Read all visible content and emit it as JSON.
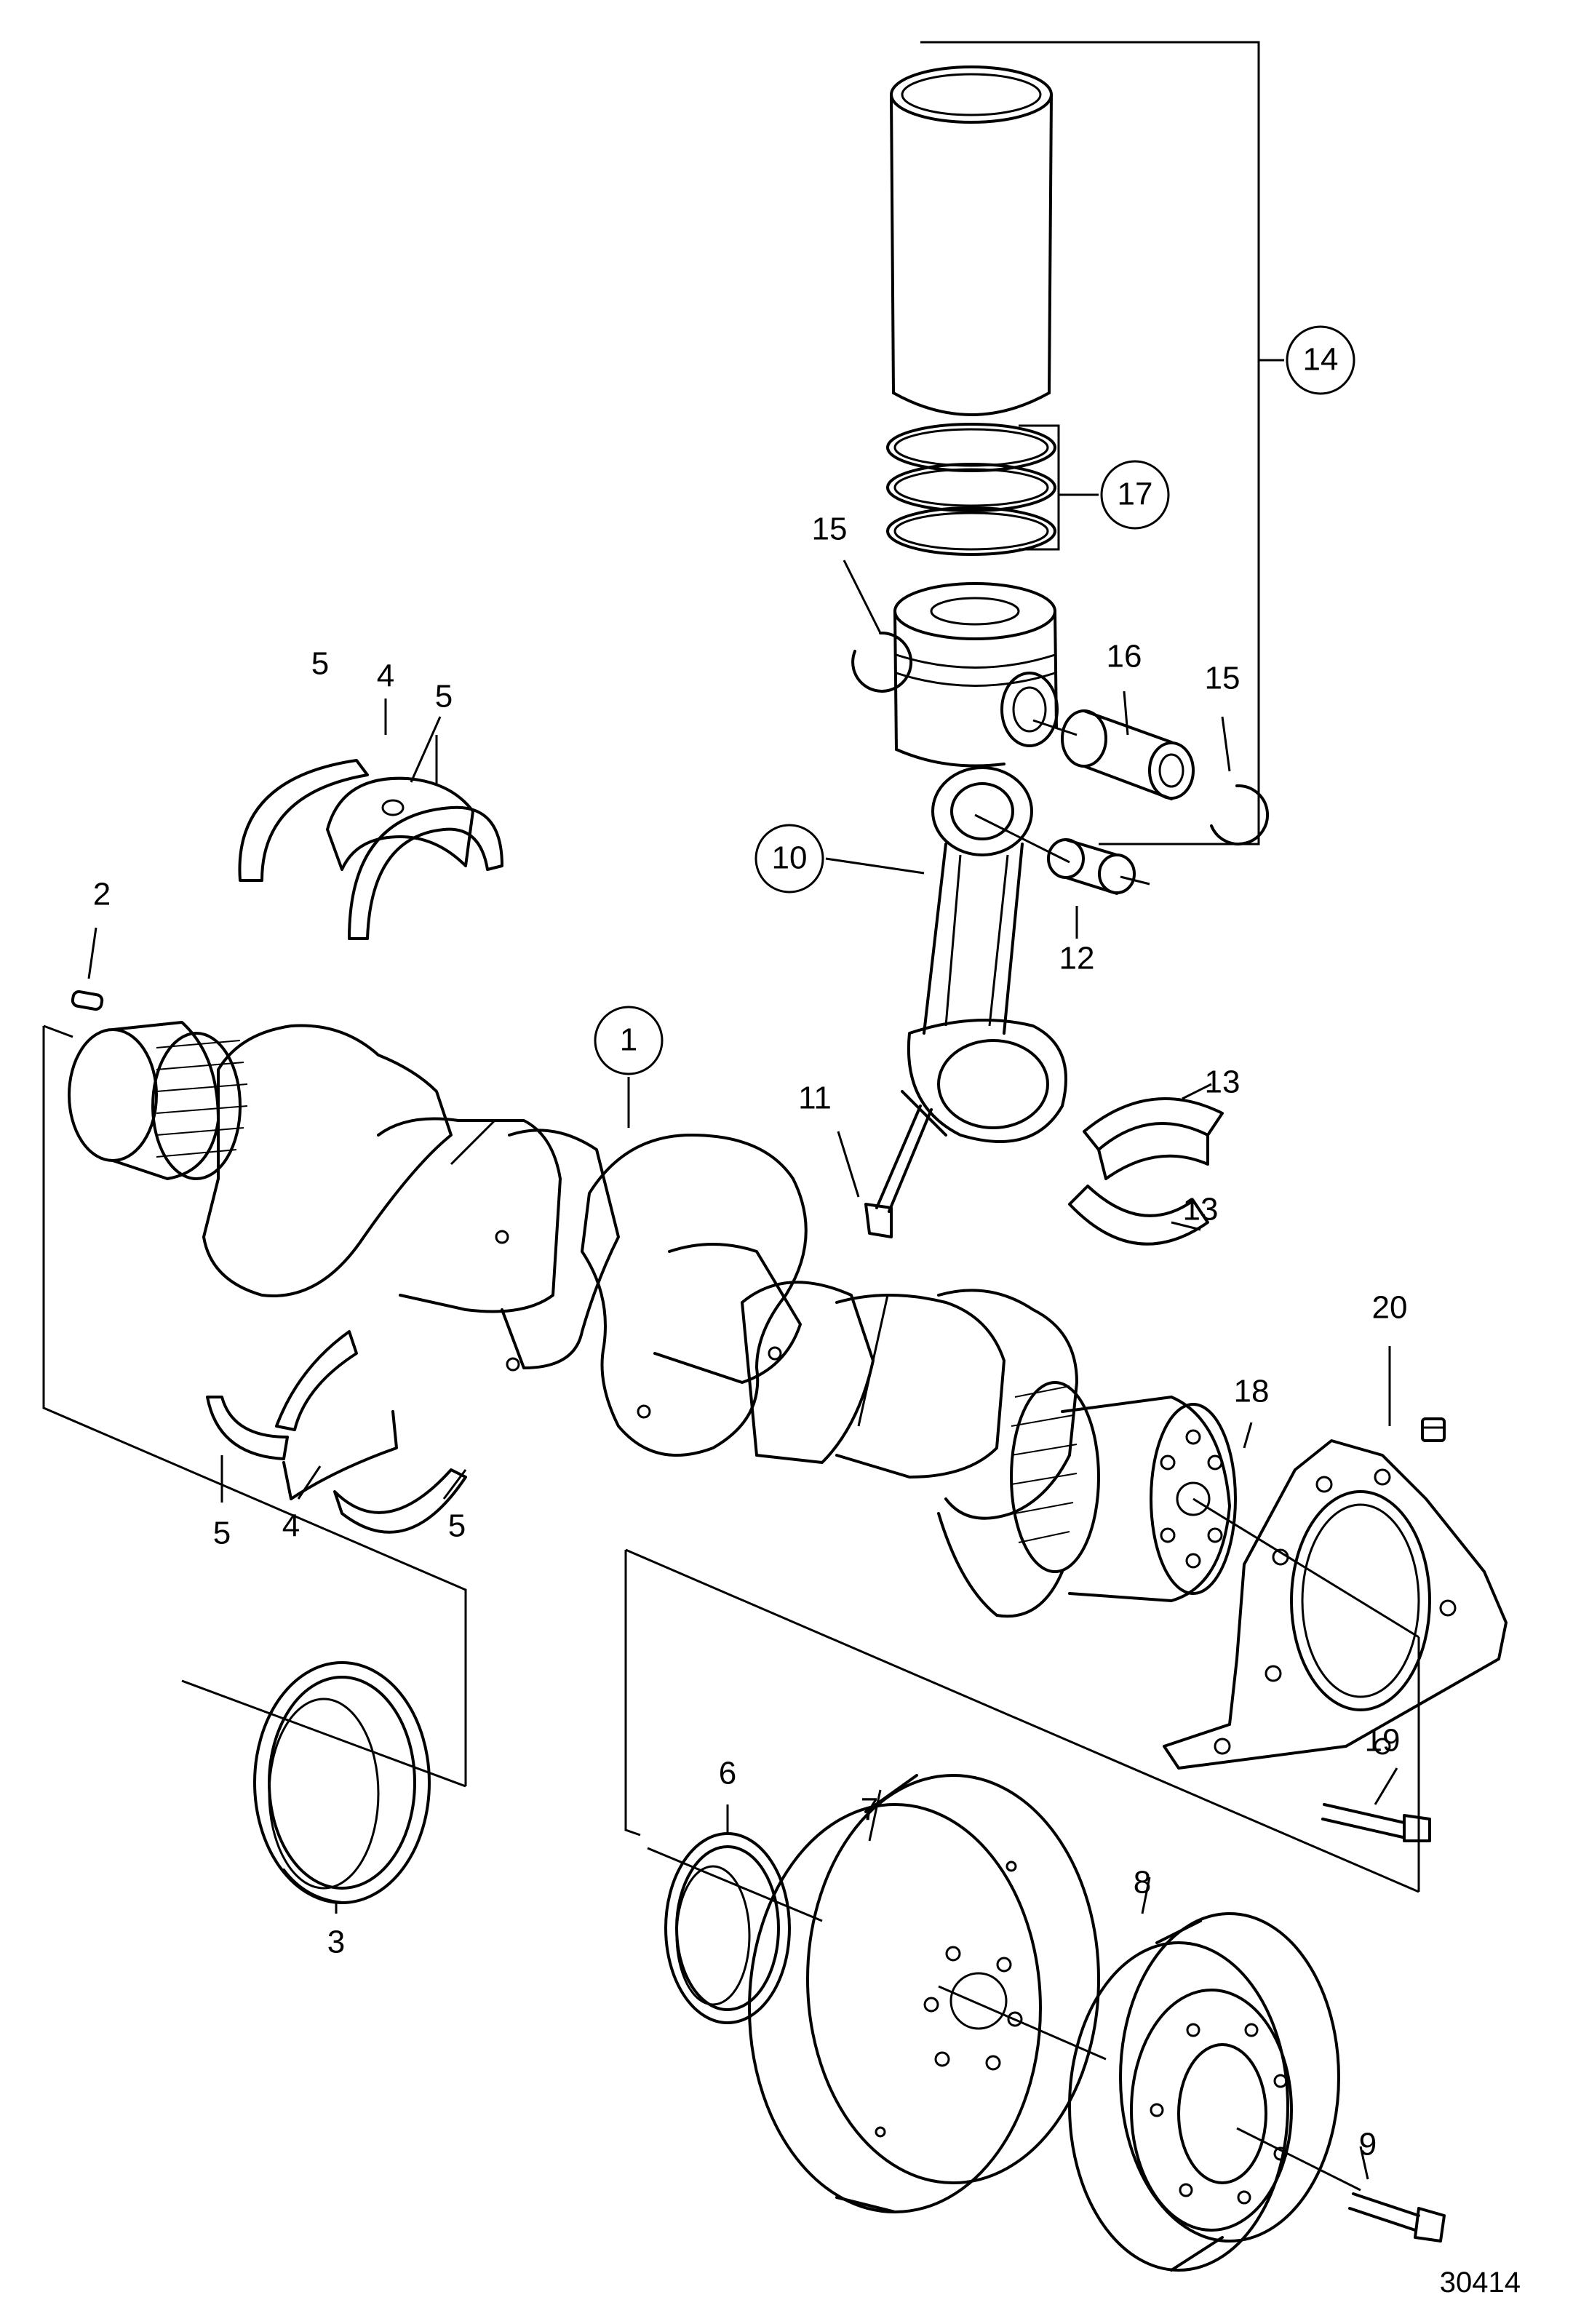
{
  "figure_number": "30414",
  "callouts": {
    "c1": "1",
    "c2": "2",
    "c3": "3",
    "c4a": "4",
    "c4b": "4",
    "c5a": "5",
    "c5b": "5",
    "c5c": "5",
    "c5d": "5",
    "c6": "6",
    "c7": "7",
    "c8": "8",
    "c9": "9",
    "c10": "10",
    "c11": "11",
    "c12": "12",
    "c13a": "13",
    "c13b": "13",
    "c14": "14",
    "c15a": "15",
    "c15b": "15",
    "c16": "16",
    "c17": "17",
    "c18": "18",
    "c19": "19",
    "c20": "20"
  }
}
